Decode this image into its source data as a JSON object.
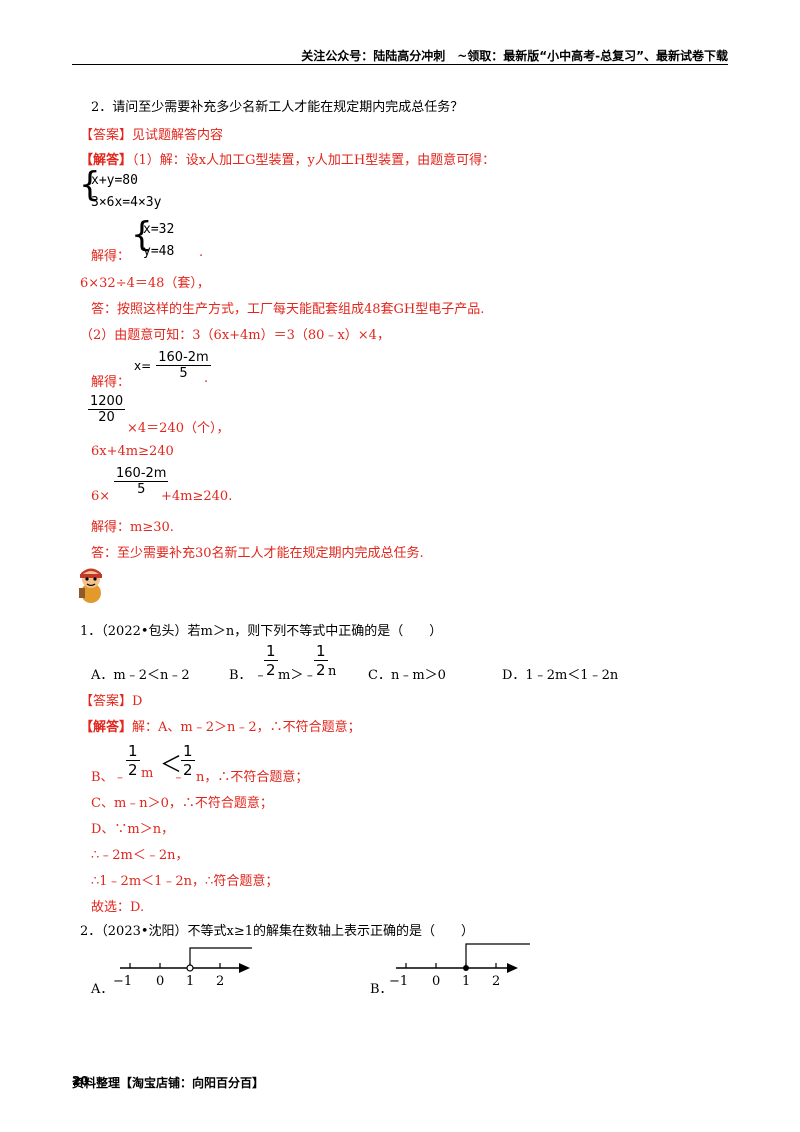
{
  "header": {
    "text": "关注公众号：陆陆高分冲刺　~领取：最新版“小中高考-总复习”、最新试卷下载"
  },
  "q2": {
    "title": "2．请问至少需要补充多少名新工人才能在规定期内完成总任务？",
    "answer": "【答案】见试题解答内容",
    "sol_label": "【解答】",
    "sol_line1": "（1）解：设x人加工G型装置，y人加工H型装置，由题意可得：",
    "sys1_a": "x+y=80",
    "sys1_b": "3×6x=4×3y",
    "solve_label": "解得：",
    "sys2_a": "x=32",
    "sys2_b": "y=48",
    "sys2_tail": ".",
    "calc1": "6×32÷4＝48（套），",
    "ans1": "答：按照这样的生产方式，工厂每天能配套组成48套GH型电子产品.",
    "part2": "（2）由题意可知：3（6x+4m）＝3（80﹣x）×4，",
    "solve2_label": "解得：",
    "frac_x_prefix": "x=",
    "frac_x_num": "160-2m",
    "frac_x_den": "5",
    "solve2_tail": ".",
    "frac2_num": "1200",
    "frac2_den": "20",
    "frac2_tail": "×4＝240（个），",
    "ineq1": "6x+4m≥240",
    "ineq2_prefix": "6×",
    "ineq2_num": "160-2m",
    "ineq2_den": "5",
    "ineq2_tail": "+4m≥240.",
    "solve3": "解得：m≥30.",
    "ans2": "答：至少需要补充30名新工人才能在规定期内完成总任务."
  },
  "p1": {
    "title": "1．（2022•包头）若m＞n，则下列不等式中正确的是（　　）",
    "optA": "A．m﹣2＜n﹣2",
    "optB_label": "B．",
    "optB_neg": "﹣",
    "optB_num": "1",
    "optB_den": "2",
    "optB_mid": "m＞﹣",
    "optB_tail": "n",
    "optC": "C．n﹣m＞0",
    "optD": "D．1﹣2m＜1﹣2n",
    "answer": "【答案】D",
    "sol_label": "【解答】",
    "sol1": "解：A、m﹣2＞n﹣2，∴不符合题意；",
    "solB_prefix": "B、﹣",
    "solB_num": "1",
    "solB_den": "2",
    "solB_mid": "m",
    "solB_lt": "＜",
    "solB_neg": "﹣",
    "solB_tail": "n，∴不符合题意；",
    "solC": "C、m﹣n＞0，∴不符合题意；",
    "solD1": "D、∵m＞n，",
    "solD2": "∴﹣2m＜﹣2n，",
    "solD3": "∴1﹣2m＜1﹣2n，∴符合题意；",
    "choose": "故选：D."
  },
  "p2": {
    "title": "2．（2023•沈阳）不等式x≥1的解集在数轴上表示正确的是（　　）",
    "optA": "A．",
    "optB": "B．",
    "ticks": [
      "−1",
      "0",
      "1",
      "2"
    ]
  },
  "footer": {
    "page": "20",
    "text": "资料整理【淘宝店铺：向阳百分百】"
  }
}
